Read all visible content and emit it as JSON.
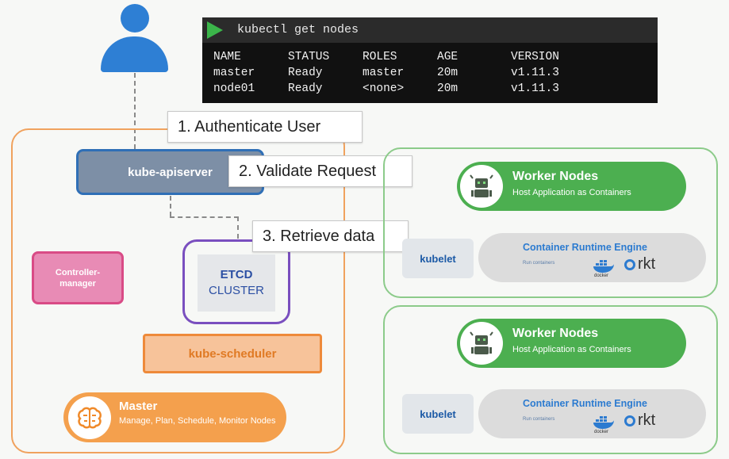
{
  "terminal": {
    "command": "kubectl get nodes",
    "headers": [
      "NAME",
      "STATUS",
      "ROLES",
      "AGE",
      "VERSION"
    ],
    "rows": [
      [
        "master",
        "Ready",
        "master",
        "20m",
        "v1.11.3"
      ],
      [
        "node01",
        "Ready",
        "<none>",
        "20m",
        "v1.11.3"
      ]
    ]
  },
  "callouts": {
    "step1": "1. Authenticate User",
    "step2": "2. Validate Request",
    "step3": "3. Retrieve data"
  },
  "master": {
    "apiserver": "kube-apiserver",
    "controller_line1": "Controller-",
    "controller_line2": "manager",
    "etcd_line1": "ETCD",
    "etcd_line2": "CLUSTER",
    "scheduler": "kube-scheduler",
    "title": "Master",
    "subtitle": "Manage, Plan, Schedule, Monitor Nodes"
  },
  "workers": [
    {
      "title": "Worker Nodes",
      "subtitle": "Host Application as Containers",
      "kubelet": "kubelet",
      "runtime_title": "Container Runtime Engine",
      "runtime_sub": "Run containers",
      "docker_label": "docker",
      "rkt_label": "rkt"
    },
    {
      "title": "Worker Nodes",
      "subtitle": "Host Application as Containers",
      "kubelet": "kubelet",
      "runtime_title": "Container Runtime Engine",
      "runtime_sub": "Run containers",
      "docker_label": "docker",
      "rkt_label": "rkt"
    }
  ],
  "colors": {
    "user": "#2e7fd4",
    "master_accent": "#f4a04d",
    "worker_accent": "#4caf50",
    "terminal_play": "#3bb54a"
  },
  "icons": {
    "user": "user-icon",
    "master": "brain-icon",
    "worker": "robot-icon",
    "docker": "docker-whale-icon",
    "rkt": "rkt-icon"
  }
}
